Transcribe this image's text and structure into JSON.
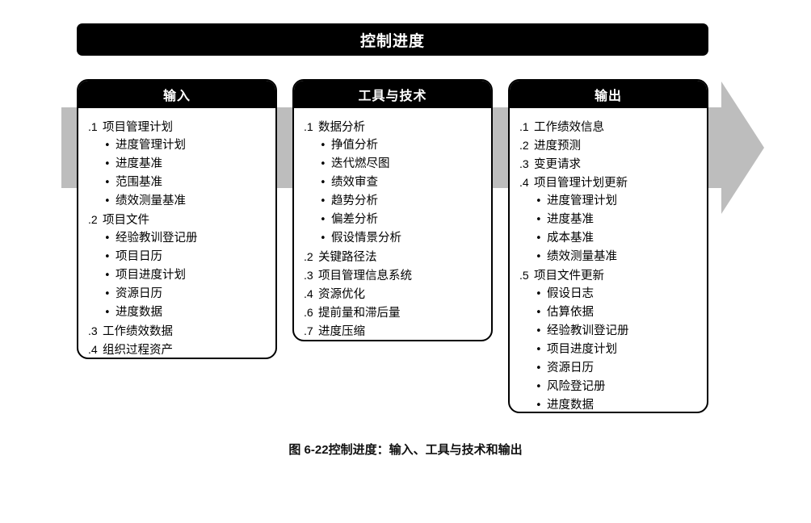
{
  "title": "控制进度",
  "colors": {
    "header_bg": "#000000",
    "header_text": "#ffffff",
    "arrow": "#bdbdbd",
    "box_border": "#000000"
  },
  "inputs": {
    "header": "输入",
    "items": [
      {
        "num": ".1",
        "label": "项目管理计划",
        "subs": [
          "进度管理计划",
          "进度基准",
          "范围基准",
          "绩效测量基准"
        ]
      },
      {
        "num": ".2",
        "label": "项目文件",
        "subs": [
          "经验教训登记册",
          "项目日历",
          "项目进度计划",
          "资源日历",
          "进度数据"
        ]
      },
      {
        "num": ".3",
        "label": "工作绩效数据",
        "subs": []
      },
      {
        "num": ".4",
        "label": "组织过程资产",
        "subs": []
      }
    ]
  },
  "tools": {
    "header": "工具与技术",
    "items": [
      {
        "num": ".1",
        "label": "数据分析",
        "subs": [
          "挣值分析",
          "迭代燃尽图",
          "绩效审查",
          "趋势分析",
          "偏差分析",
          "假设情景分析"
        ]
      },
      {
        "num": ".2",
        "label": "关键路径法",
        "subs": []
      },
      {
        "num": ".3",
        "label": "项目管理信息系统",
        "subs": []
      },
      {
        "num": ".4",
        "label": "资源优化",
        "subs": []
      },
      {
        "num": ".6",
        "label": "提前量和滞后量",
        "subs": []
      },
      {
        "num": ".7",
        "label": "进度压缩",
        "subs": []
      }
    ]
  },
  "outputs": {
    "header": "输出",
    "items": [
      {
        "num": ".1",
        "label": "工作绩效信息",
        "subs": []
      },
      {
        "num": ".2",
        "label": "进度预测",
        "subs": []
      },
      {
        "num": ".3",
        "label": "变更请求",
        "subs": []
      },
      {
        "num": ".4",
        "label": "项目管理计划更新",
        "subs": [
          "进度管理计划",
          "进度基准",
          "成本基准",
          "绩效测量基准"
        ]
      },
      {
        "num": ".5",
        "label": "项目文件更新",
        "subs": [
          "假设日志",
          "估算依据",
          "经验教训登记册",
          "项目进度计划",
          "资源日历",
          "风险登记册",
          "进度数据"
        ]
      }
    ]
  },
  "bullet_glyph": "•",
  "caption": "图 6-22控制进度：输入、工具与技术和输出"
}
